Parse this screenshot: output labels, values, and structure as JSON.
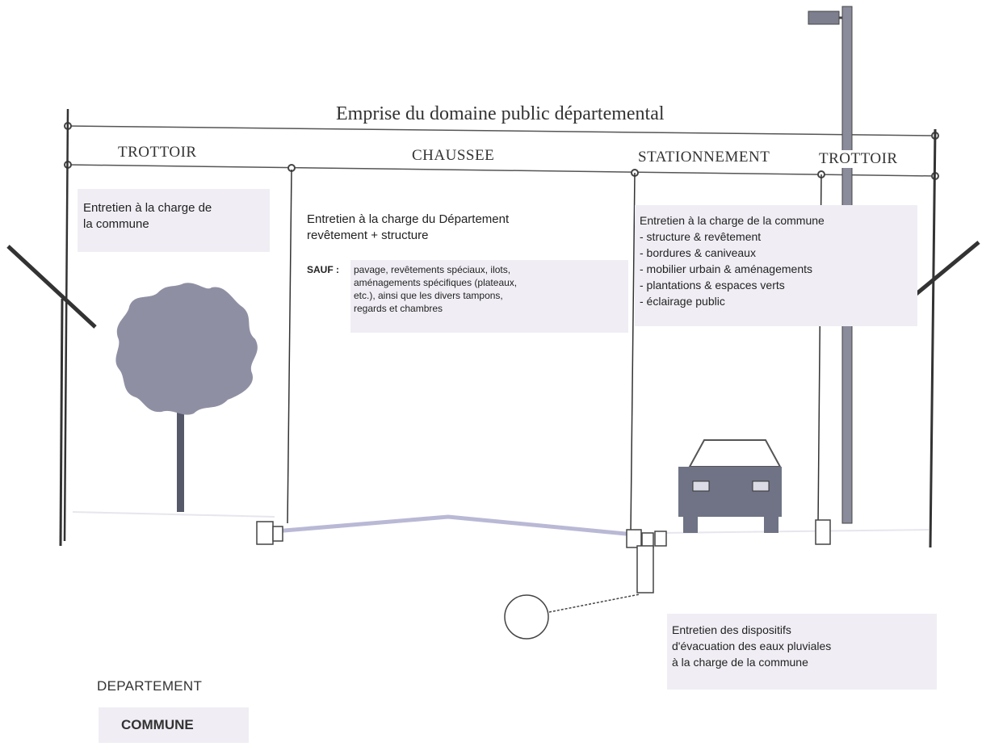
{
  "title": "Emprise du domaine public départemental",
  "zones": {
    "trottoir_left": "TROTTOIR",
    "chaussee": "CHAUSSEE",
    "stationnement": "STATIONNEMENT",
    "trottoir_right": "TROTTOIR"
  },
  "notes": {
    "trottoir_left": "Entretien à la charge de\nla commune",
    "chaussee_main": "Entretien à la charge du Département\nrevêtement + structure",
    "chaussee_sauf_label": "SAUF :",
    "chaussee_sauf_text": "pavage, revêtements spéciaux,   ilots,\naménagements spécifiques (plateaux,\netc.), ainsi que les divers tampons,\nregards et chambres",
    "stationnement": "Entretien à la charge de la commune\n- structure & revêtement\n- bordures & caniveaux\n- mobilier urbain & aménagements\n- plantations & espaces verts\n- éclairage public",
    "drainage": "Entretien des dispositifs\nd'évacuation des eaux pluviales\nà la charge de la commune"
  },
  "legend": {
    "departement": "DEPARTEMENT",
    "commune": "COMMUNE"
  },
  "colors": {
    "commune_fill": "#efedf3",
    "departement_fill": "#ffffff",
    "road_surface": "#b9b9d6",
    "tree": "#8f8fa4",
    "car": "#6f7385",
    "lines": "#333333"
  }
}
